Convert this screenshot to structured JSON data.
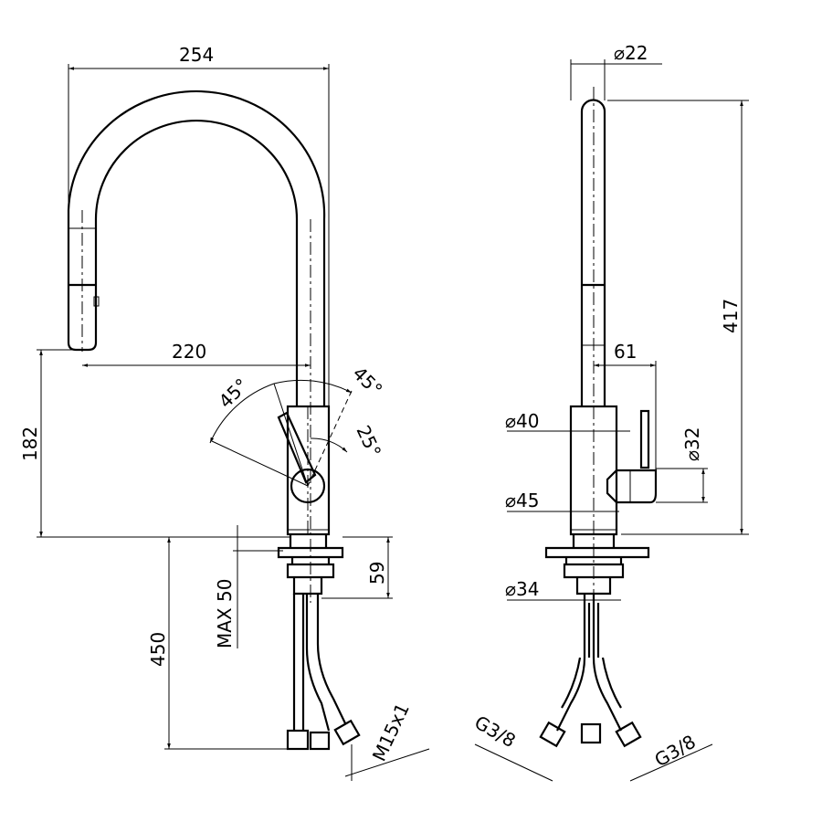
{
  "title": "Pull-out kitchen faucet technical drawing",
  "front_view": {
    "overall_width": "254",
    "reach": "220",
    "angle_left": "45°",
    "angle_right": "45°",
    "angle_tilt": "25°",
    "spout_height": "182",
    "plate_height": "59",
    "max_deck": "MAX 50",
    "hose_length": "450",
    "thread": "M15x1"
  },
  "side_view": {
    "spout_dia": "⌀22",
    "total_height": "417",
    "lever_offset": "61",
    "body_dia": "⌀40",
    "knob_dia": "⌀32",
    "base_dia": "⌀45",
    "shank_dia": "⌀34",
    "conn_left": "G3/8",
    "conn_right": "G3/8"
  }
}
